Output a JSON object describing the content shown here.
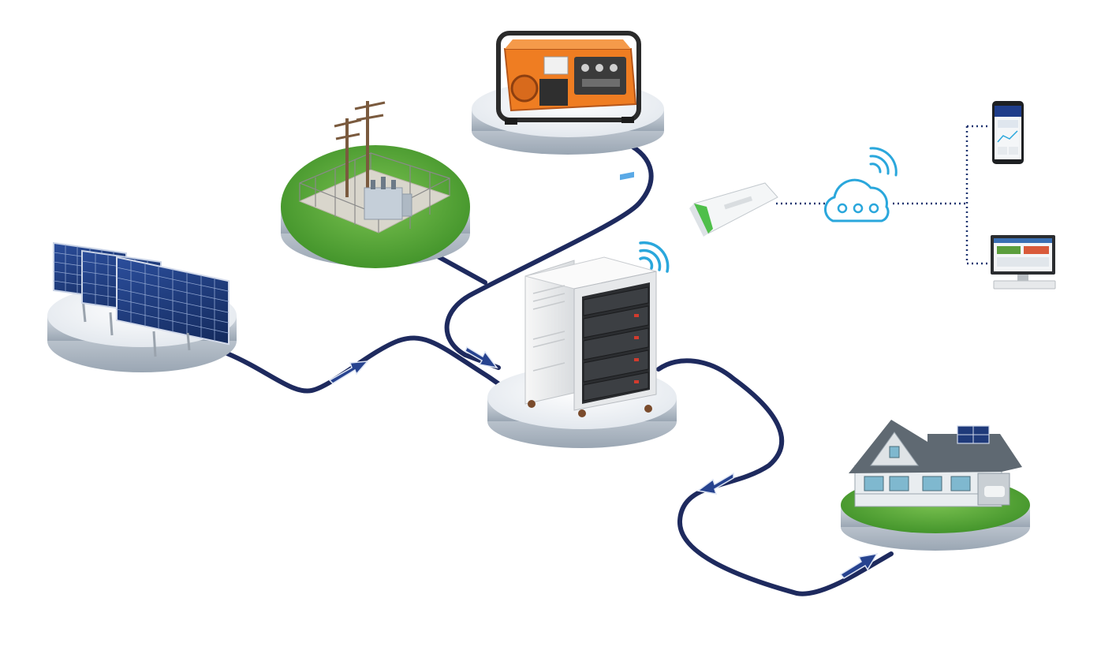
{
  "diagram": {
    "nodes": [
      {
        "id": "solar_panels",
        "icon": "solar-panel-icon"
      },
      {
        "id": "grid_substation",
        "icon": "transformer-icon"
      },
      {
        "id": "generator",
        "icon": "generator-icon"
      },
      {
        "id": "battery_cabinet",
        "icon": "battery-rack-icon"
      },
      {
        "id": "house",
        "icon": "house-icon"
      },
      {
        "id": "wifi_dongle",
        "icon": "wifi-dongle-icon"
      },
      {
        "id": "cloud",
        "icon": "cloud-icon"
      },
      {
        "id": "smartphone",
        "icon": "smartphone-icon"
      },
      {
        "id": "desktop_monitor",
        "icon": "monitor-icon"
      }
    ],
    "links": [
      {
        "from": "solar_panels",
        "to": "battery_cabinet",
        "style": "power-cable"
      },
      {
        "from": "grid_substation",
        "to": "battery_cabinet",
        "style": "power-cable"
      },
      {
        "from": "generator",
        "to": "battery_cabinet",
        "style": "power-cable"
      },
      {
        "from": "battery_cabinet",
        "to": "house",
        "style": "power-cable"
      },
      {
        "from": "wifi_dongle",
        "to": "cloud",
        "style": "dotted-data"
      },
      {
        "from": "cloud",
        "to": "smartphone",
        "style": "dotted-data"
      },
      {
        "from": "cloud",
        "to": "desktop_monitor",
        "style": "dotted-data"
      }
    ],
    "colors": {
      "cable": "#1e2a5e",
      "arrow_fill": "#27438f",
      "wifi": "#2aa7dc",
      "platform_top": "#eef1f5",
      "platform_side": "#b9c2cd",
      "grass": "#5fae3d",
      "generator": "#ef7d22",
      "cabinet": "#f0f0f0",
      "solar_cell": "#1f3a7a",
      "data_line": "#1e3470"
    }
  }
}
